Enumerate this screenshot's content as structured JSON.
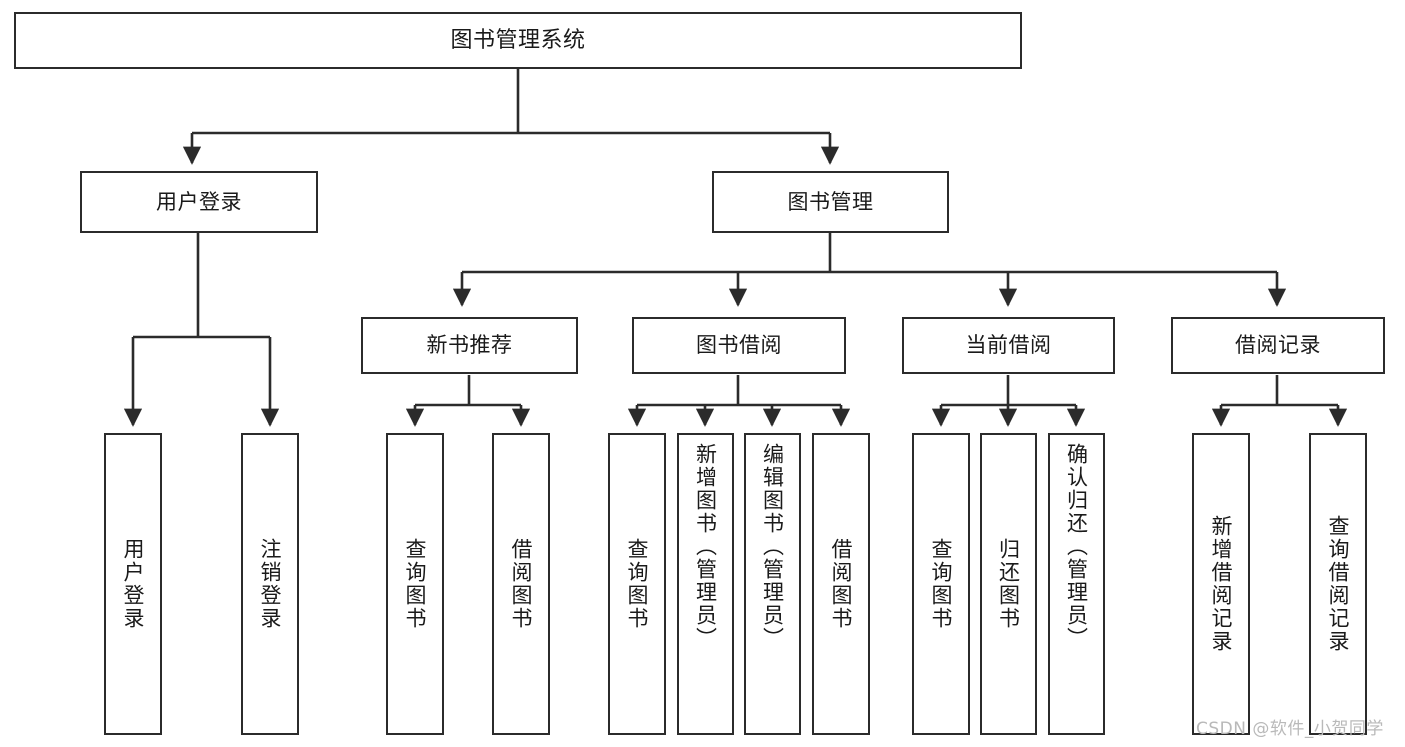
{
  "diagram": {
    "title": "图书管理系统",
    "type": "functional-structure-tree",
    "colors": {
      "stroke": "#2b2b2b",
      "fill": "#ffffff",
      "text": "#1a1a1a",
      "watermark": "#b9b9b9"
    }
  },
  "root": {
    "label": "图书管理系统"
  },
  "level2": [
    {
      "id": "user-login",
      "label": "用户登录"
    },
    {
      "id": "book-manage",
      "label": "图书管理"
    }
  ],
  "level3": [
    {
      "id": "new-book-recommend",
      "label": "新书推荐"
    },
    {
      "id": "book-borrow",
      "label": "图书借阅"
    },
    {
      "id": "current-borrow",
      "label": "当前借阅"
    },
    {
      "id": "borrow-record",
      "label": "借阅记录"
    }
  ],
  "leaves": {
    "user_login": [
      {
        "id": "leaf-user-login",
        "label": "用户登录",
        "align": "center"
      },
      {
        "id": "leaf-user-logout",
        "label": "注销登录",
        "align": "center"
      }
    ],
    "new_book_recommend": [
      {
        "id": "leaf-query-book-1",
        "label": "查询图书",
        "align": "center"
      },
      {
        "id": "leaf-borrow-book-1",
        "label": "借阅图书",
        "align": "center"
      }
    ],
    "book_borrow": [
      {
        "id": "leaf-query-book-2",
        "label": "查询图书",
        "align": "center"
      },
      {
        "id": "leaf-add-book",
        "label": "新增图书（管理员）",
        "align": "top"
      },
      {
        "id": "leaf-edit-book",
        "label": "编辑图书（管理员）",
        "align": "top"
      },
      {
        "id": "leaf-borrow-book-2",
        "label": "借阅图书",
        "align": "center"
      }
    ],
    "current_borrow": [
      {
        "id": "leaf-query-book-3",
        "label": "查询图书",
        "align": "center"
      },
      {
        "id": "leaf-return-book",
        "label": "归还图书",
        "align": "center"
      },
      {
        "id": "leaf-confirm-return",
        "label": "确认归还（管理员）",
        "align": "top"
      }
    ],
    "borrow_record": [
      {
        "id": "leaf-add-record",
        "label": "新增借阅记录",
        "align": "center"
      },
      {
        "id": "leaf-query-record",
        "label": "查询借阅记录",
        "align": "center"
      }
    ]
  },
  "watermark": {
    "text": "CSDN @软件_小贺同学"
  }
}
